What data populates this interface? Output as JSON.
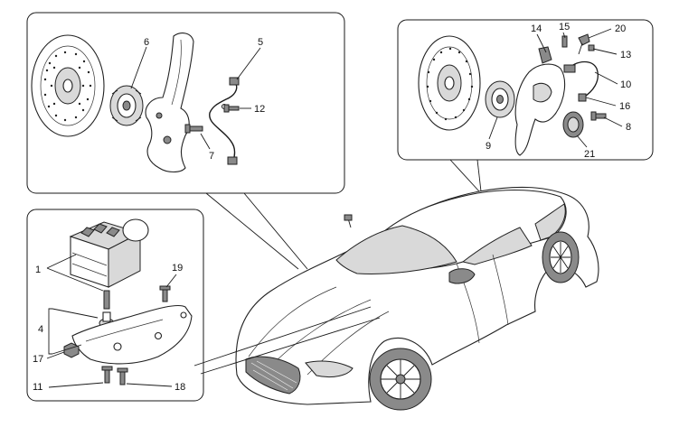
{
  "diagram": {
    "callouts": {
      "c1": "1",
      "c4": "4",
      "c5": "5",
      "c6": "6",
      "c7": "7",
      "c8": "8",
      "c9": "9",
      "c10": "10",
      "c11": "11",
      "c12": "12",
      "c13": "13",
      "c14": "14",
      "c15": "15",
      "c16": "16",
      "c17": "17",
      "c18": "18",
      "c19": "19",
      "c20": "20",
      "c21": "21"
    }
  }
}
